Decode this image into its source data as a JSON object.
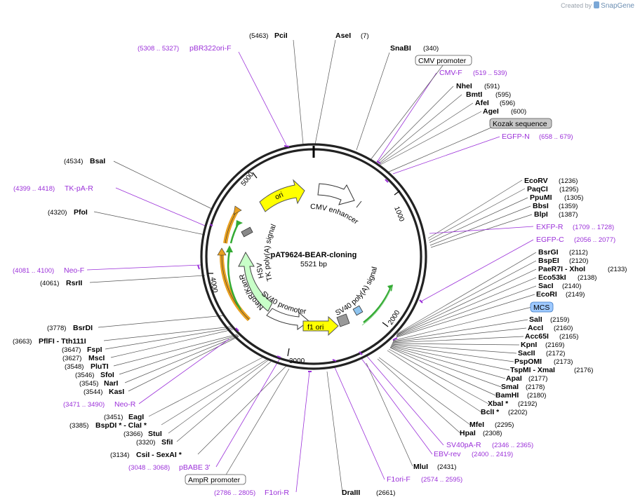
{
  "credit": {
    "prefix": "Created by",
    "brand": "SnapGene"
  },
  "plasmid": {
    "name": "pAT9624-BEAR-cloning",
    "size_label": "5521 bp",
    "length": 5521
  },
  "ticks": [
    "1000",
    "2000",
    "3000",
    "4000",
    "5000"
  ],
  "enzymes": [
    {
      "name": "PciI",
      "pos": "(5463)"
    },
    {
      "name": "AseI",
      "pos": "(7)"
    },
    {
      "name": "SnaBI",
      "pos": "(340)"
    },
    {
      "name": "NheI",
      "pos": "(591)"
    },
    {
      "name": "BmtI",
      "pos": "(595)"
    },
    {
      "name": "AfeI",
      "pos": "(596)"
    },
    {
      "name": "AgeI",
      "pos": "(600)"
    },
    {
      "name": "EcoRV",
      "pos": "(1236)"
    },
    {
      "name": "PaqCI",
      "pos": "(1295)"
    },
    {
      "name": "PpuMI",
      "pos": "(1305)"
    },
    {
      "name": "BbsI",
      "pos": "(1359)"
    },
    {
      "name": "BlpI",
      "pos": "(1387)"
    },
    {
      "name": "BsrGI",
      "pos": "(2112)"
    },
    {
      "name": "BspEI",
      "pos": "(2120)"
    },
    {
      "name": "PaeR7I  - XhoI",
      "pos": "(2133)"
    },
    {
      "name": "Eco53kI",
      "pos": "(2138)"
    },
    {
      "name": "SacI",
      "pos": "(2140)"
    },
    {
      "name": "EcoRI",
      "pos": "(2149)"
    },
    {
      "name": "SalI",
      "pos": "(2159)"
    },
    {
      "name": "AccI",
      "pos": "(2160)"
    },
    {
      "name": "Acc65I",
      "pos": "(2165)"
    },
    {
      "name": "KpnI",
      "pos": "(2169)"
    },
    {
      "name": "SacII",
      "pos": "(2172)"
    },
    {
      "name": "PspOMI",
      "pos": "(2173)"
    },
    {
      "name": "TspMI  - XmaI",
      "pos": "(2176)"
    },
    {
      "name": "ApaI",
      "pos": "(2177)"
    },
    {
      "name": "SmaI",
      "pos": "(2178)"
    },
    {
      "name": "BamHI",
      "pos": "(2180)"
    },
    {
      "name": "XbaI *",
      "pos": "(2192)"
    },
    {
      "name": "BclI *",
      "pos": "(2202)"
    },
    {
      "name": "MfeI",
      "pos": "(2295)"
    },
    {
      "name": "HpaI",
      "pos": "(2308)"
    },
    {
      "name": "MluI",
      "pos": "(2431)"
    },
    {
      "name": "DraIII",
      "pos": "(2661)"
    },
    {
      "name": "CsiI  - SexAI *",
      "pos": "(3134)"
    },
    {
      "name": "SfiI",
      "pos": "(3320)"
    },
    {
      "name": "StuI",
      "pos": "(3366)"
    },
    {
      "name": "BspDI *  - ClaI *",
      "pos": "(3385)"
    },
    {
      "name": "EagI",
      "pos": "(3451)"
    },
    {
      "name": "KasI",
      "pos": "(3544)"
    },
    {
      "name": "NarI",
      "pos": "(3545)"
    },
    {
      "name": "SfoI",
      "pos": "(3546)"
    },
    {
      "name": "PluTI",
      "pos": "(3548)"
    },
    {
      "name": "MscI",
      "pos": "(3627)"
    },
    {
      "name": "FspI",
      "pos": "(3647)"
    },
    {
      "name": "PflFI  - Tth111I",
      "pos": "(3663)"
    },
    {
      "name": "BsrDI",
      "pos": "(3778)"
    },
    {
      "name": "RsrII",
      "pos": "(4061)"
    },
    {
      "name": "PfoI",
      "pos": "(4320)"
    },
    {
      "name": "BsaI",
      "pos": "(4534)"
    }
  ],
  "primers": [
    {
      "name": "pBR322ori-F",
      "pos": "(5308 .. 5327)"
    },
    {
      "name": "CMV-F",
      "pos": "(519 .. 539)"
    },
    {
      "name": "EGFP-N",
      "pos": "(658 .. 679)"
    },
    {
      "name": "EXFP-R",
      "pos": "(1709 .. 1728)"
    },
    {
      "name": "EGFP-C",
      "pos": "(2056 .. 2077)"
    },
    {
      "name": "SV40pA-R",
      "pos": "(2346 .. 2365)"
    },
    {
      "name": "EBV-rev",
      "pos": "(2400 .. 2419)"
    },
    {
      "name": "F1ori-F",
      "pos": "(2574 .. 2595)"
    },
    {
      "name": "F1ori-R",
      "pos": "(2786 .. 2805)"
    },
    {
      "name": "pBABE 3'",
      "pos": "(3048 .. 3068)"
    },
    {
      "name": "Neo-R",
      "pos": "(3471 .. 3490)"
    },
    {
      "name": "Neo-F",
      "pos": "(4081 .. 4100)"
    },
    {
      "name": "TK-pA-R",
      "pos": "(4399 .. 4418)"
    }
  ],
  "boxed_features": [
    {
      "name": "CMV promoter",
      "fill": "#ffffff"
    },
    {
      "name": "Kozak sequence",
      "fill": "#c8c8c8"
    },
    {
      "name": "MCS",
      "fill": "#9ec9ff"
    },
    {
      "name": "AmpR promoter",
      "fill": "#ffffff"
    }
  ],
  "inner_features": [
    {
      "name": "CMV enhancer",
      "color": "#ffffff"
    },
    {
      "name": "ori",
      "color": "#ffff00"
    },
    {
      "name": "TK poly(A) signal",
      "color": "#888888"
    },
    {
      "name": "HSV",
      "color": "#dddddd"
    },
    {
      "name": "NeoR/KanR",
      "color": "#c8ffc8"
    },
    {
      "name": "SV40 promoter",
      "color": "#ffffff"
    },
    {
      "name": "f1 ori",
      "color": "#ffff00"
    },
    {
      "name": "SV40 poly(A) signal",
      "color": "#888888"
    }
  ],
  "colors": {
    "primer": "#9b30d9",
    "yellow": "#ffff00",
    "green": "#33aa33",
    "orange": "#e8a020"
  }
}
